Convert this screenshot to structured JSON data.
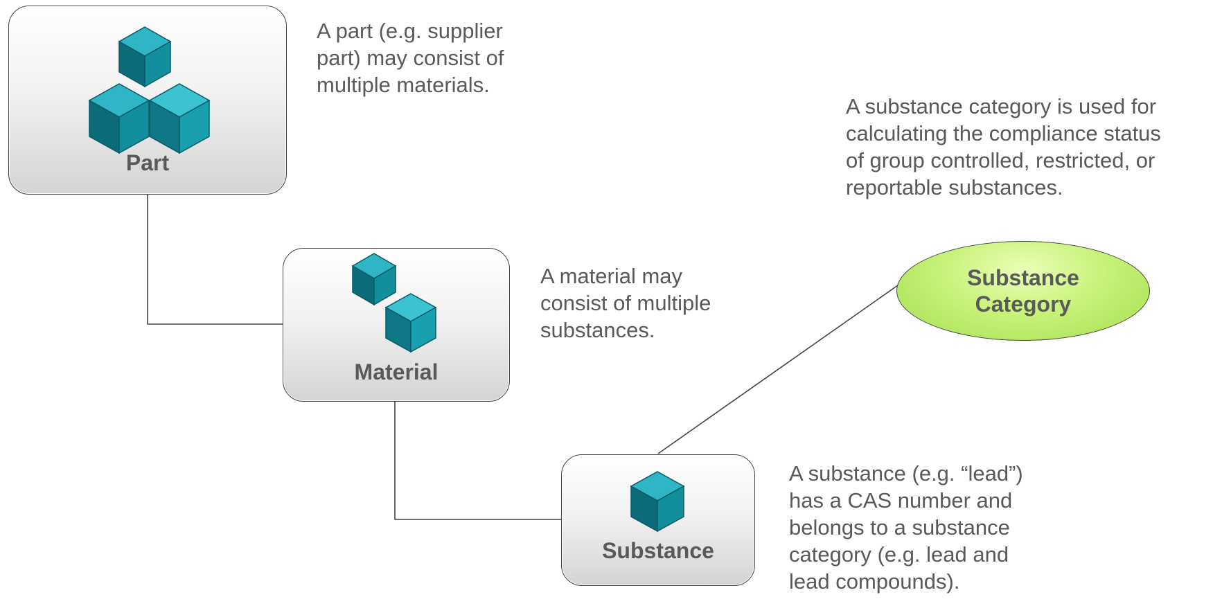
{
  "nodes": {
    "part": {
      "label": "Part",
      "icon": "three-cubes-icon"
    },
    "material": {
      "label": "Material",
      "icon": "two-cubes-icon"
    },
    "substance": {
      "label": "Substance",
      "icon": "single-cube-icon"
    },
    "substance_category": {
      "label": "Substance\nCategory"
    }
  },
  "descriptions": {
    "part": "A part (e.g. supplier\npart) may consist of\nmultiple materials.",
    "material": "A material may\nconsist of multiple\nsubstances.",
    "substance": "A substance (e.g. “lead”)\nhas a CAS number and\nbelongs to a substance\ncategory (e.g. lead and\nlead compounds).",
    "substance_category": "A substance category is used for\ncalculating the compliance status\nof group controlled, restricted, or\nreportable substances."
  },
  "colors": {
    "cube_top": "#2fb6c6",
    "cube_left": "#0b6b78",
    "cube_right": "#138e9d",
    "category_fill": "#b8ec68",
    "line": "#444444"
  }
}
